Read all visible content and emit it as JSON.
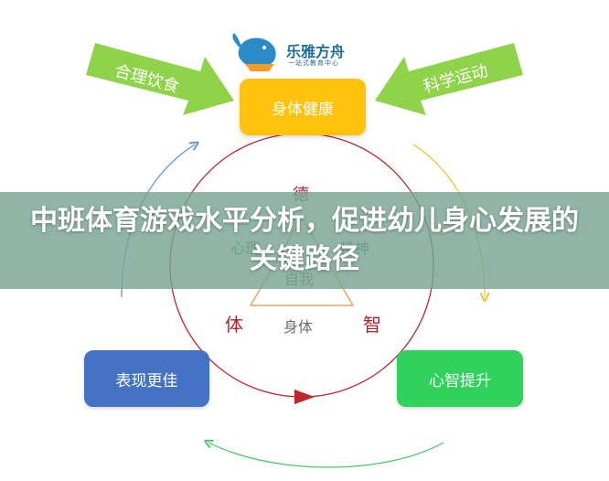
{
  "logo": {
    "name": "乐雅方舟",
    "subtitle": "一站式教育中心"
  },
  "arrows": {
    "left": "合理饮食",
    "right": "科学运动"
  },
  "boxes": {
    "top": "身体健康",
    "bottom_left": "表现更佳",
    "bottom_right": "心智提升"
  },
  "circle_labels": {
    "top": "德",
    "left": "体",
    "right": "智",
    "partial_left": "心理",
    "partial_right": "精神",
    "self": "自我",
    "body": "身体"
  },
  "banner": {
    "title": "中班体育游戏水平分析，促进幼儿身心发展的关键路径"
  },
  "colors": {
    "box_top": "#ffc20e",
    "box_bottom_left": "#4472c4",
    "box_bottom_right": "#2fd35c",
    "green_arrow": "#8fd34a",
    "circle": "#c0272d",
    "triangle": "#e6a46a",
    "banner": "#78a594"
  }
}
